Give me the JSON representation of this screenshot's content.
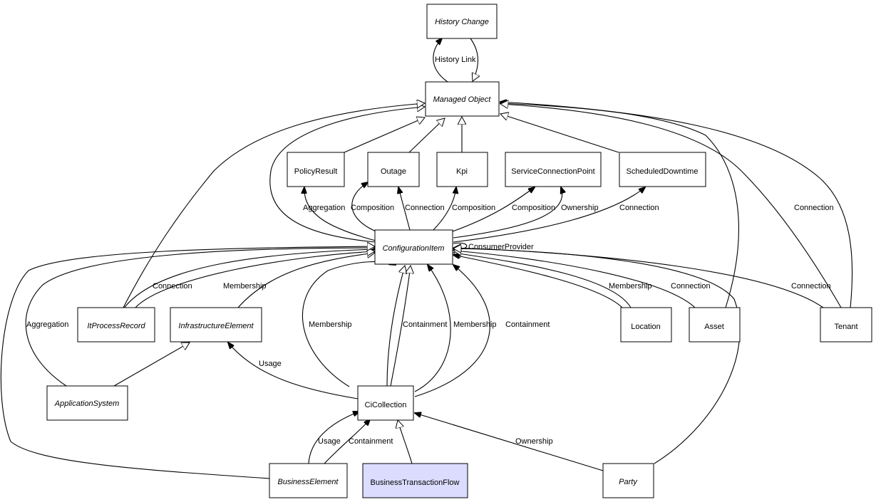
{
  "nodes": {
    "history_change": {
      "label": "History Change",
      "italic": true
    },
    "managed_object": {
      "label": "Managed Object",
      "italic": true
    },
    "policy_result": {
      "label": "PolicyResult",
      "italic": false
    },
    "outage": {
      "label": "Outage",
      "italic": false
    },
    "kpi": {
      "label": "Kpi",
      "italic": false
    },
    "service_connection_point": {
      "label": "ServiceConnectionPoint",
      "italic": false
    },
    "scheduled_downtime": {
      "label": "ScheduledDowntime",
      "italic": false
    },
    "configuration_item": {
      "label": "ConfigurationItem",
      "italic": true
    },
    "it_process_record": {
      "label": "ItProcessRecord",
      "italic": true
    },
    "infrastructure_element": {
      "label": "InfrastructureElement",
      "italic": true
    },
    "location": {
      "label": "Location",
      "italic": false
    },
    "asset": {
      "label": "Asset",
      "italic": false
    },
    "tenant": {
      "label": "Tenant",
      "italic": false
    },
    "application_system": {
      "label": "ApplicationSystem",
      "italic": true
    },
    "ci_collection": {
      "label": "CiCollection",
      "italic": false
    },
    "business_element": {
      "label": "BusinessElement",
      "italic": true
    },
    "business_transaction_flow": {
      "label": "BusinessTransactionFlow",
      "italic": false,
      "highlighted": true
    },
    "party": {
      "label": "Party",
      "italic": true
    }
  },
  "edge_labels": {
    "history_link": "History Link",
    "aggregation": "Aggregation",
    "composition": "Composition",
    "connection": "Connection",
    "ownership": "Ownership",
    "consumer_provider": "ConsumerProvider",
    "membership": "Membership",
    "containment": "Containment",
    "usage": "Usage"
  },
  "colors": {
    "highlight_fill": "#dcdcff",
    "stroke": "#000000"
  }
}
